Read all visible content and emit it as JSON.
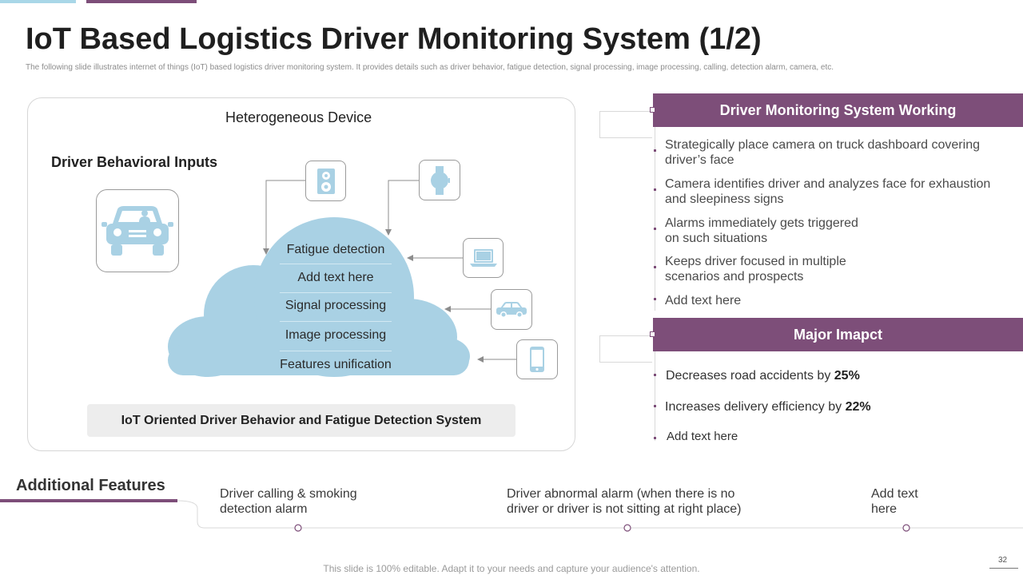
{
  "slide": {
    "title": "IoT Based Logistics Driver Monitoring System (1/2)",
    "subtitle": "The following slide illustrates internet of things (IoT) based logistics driver monitoring system. It provides details such as driver behavior, fatigue detection, signal processing, image processing, calling, detection alarm, camera, etc.",
    "page_number": "32",
    "footer_note": "This slide is 100% editable. Adapt it to your needs and capture your audience's attention."
  },
  "diagram": {
    "heterogeneous_label": "Heterogeneous Device",
    "behavioral_label": "Driver Behavioral Inputs",
    "cloud_items": [
      "Fatigue detection",
      "Add text here",
      "Signal processing",
      "Image processing",
      "Features unification"
    ],
    "system_label": "IoT Oriented Driver Behavior and Fatigue Detection System",
    "icons": [
      "car-driver-icon",
      "speaker-icon",
      "smartwatch-icon",
      "laptop-icon",
      "car-icon",
      "smartphone-icon"
    ],
    "colors": {
      "cloud": "#a9d1e4",
      "icon": "#a9d1e4"
    }
  },
  "working": {
    "header": "Driver Monitoring System Working",
    "items": [
      "Strategically place camera on truck dashboard covering driver’s face",
      "Camera identifies driver and analyzes face for exhaustion and sleepiness signs",
      "Alarms immediately gets triggered on such situations",
      "Keeps driver focused in multiple scenarios and prospects",
      "Add text here"
    ]
  },
  "impact": {
    "header": "Major Imapct",
    "items": [
      {
        "text": "Decreases road accidents by ",
        "value": "25%"
      },
      {
        "text": "Increases delivery efficiency by ",
        "value": "22%"
      },
      {
        "text": "Add text here",
        "value": ""
      }
    ]
  },
  "additional": {
    "title": "Additional Features",
    "features": [
      "Driver calling & smoking detection alarm",
      "Driver abnormal alarm (when there is no driver or driver is not sitting at right place)",
      "Add text here"
    ]
  },
  "accent_colors": {
    "purple": "#7d4e79",
    "light_blue": "#a9d7e8"
  }
}
